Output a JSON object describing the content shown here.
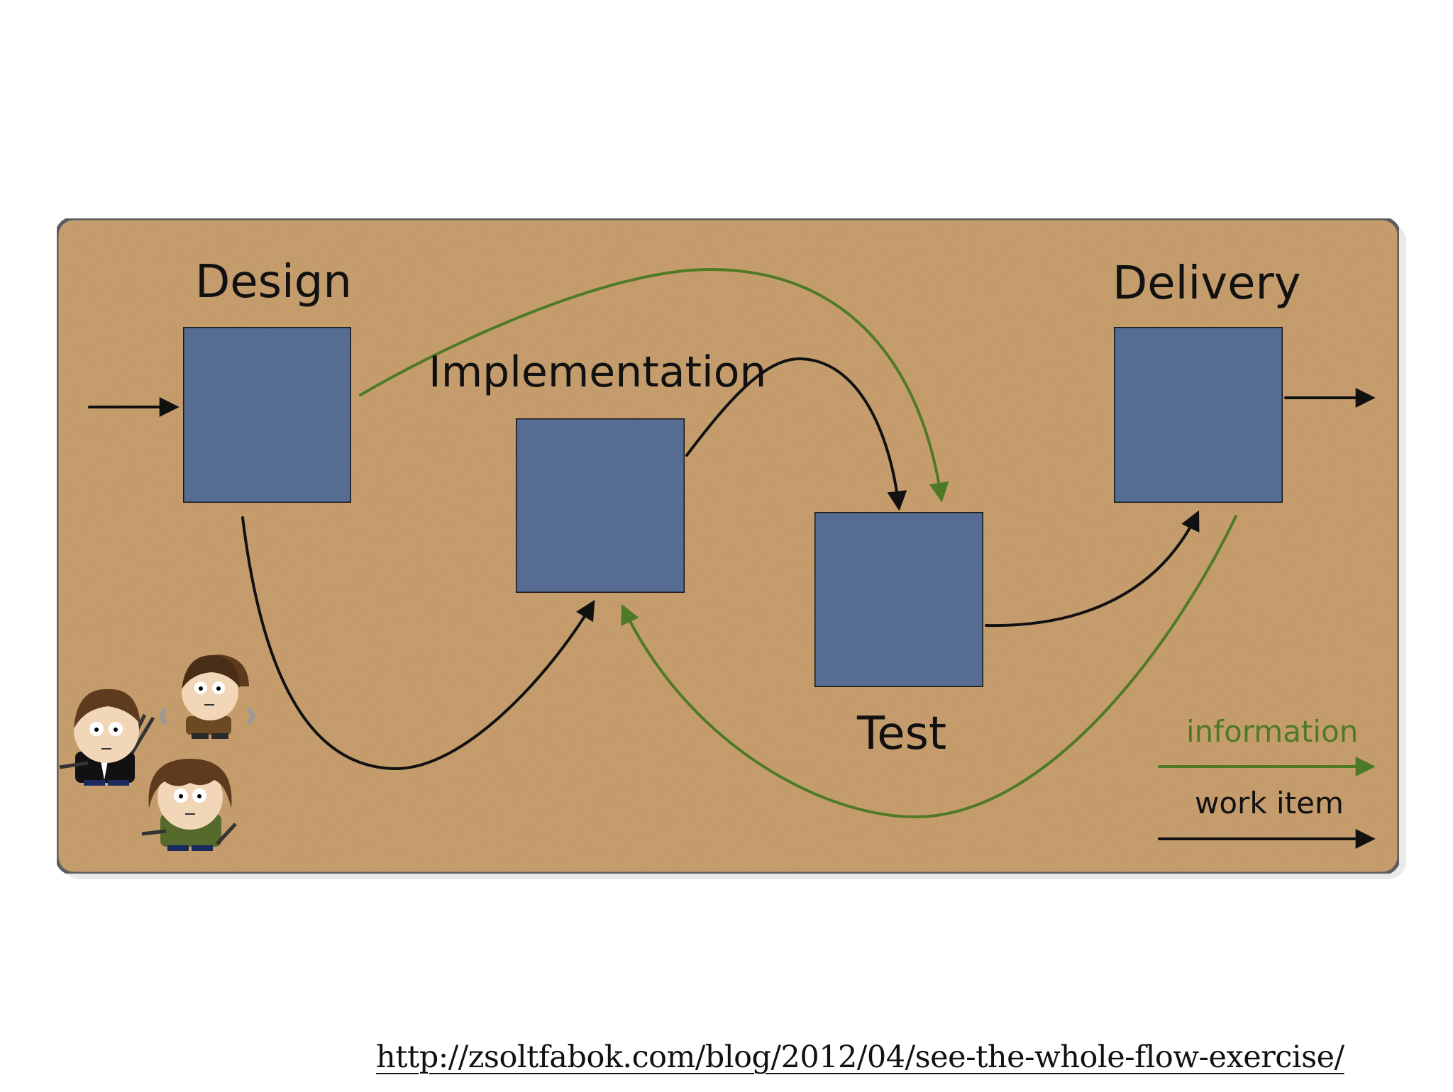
{
  "colors": {
    "board": "#c9a06f",
    "board_border": "#5e6064",
    "box_fill": "#5a7096",
    "box_border": "#1a1a1a",
    "information_arrow": "#4f7a25",
    "work_item_arrow": "#111111"
  },
  "stages": {
    "design": "Design",
    "implementation": "Implementation",
    "test": "Test",
    "delivery": "Delivery"
  },
  "legend": {
    "information": "information",
    "work_item": "work item"
  },
  "characters": [
    "cartoon-character-1",
    "cartoon-character-2",
    "cartoon-character-3"
  ],
  "source_url": "http://zsoltfabok.com/blog/2012/04/see-the-whole-flow-exercise/"
}
